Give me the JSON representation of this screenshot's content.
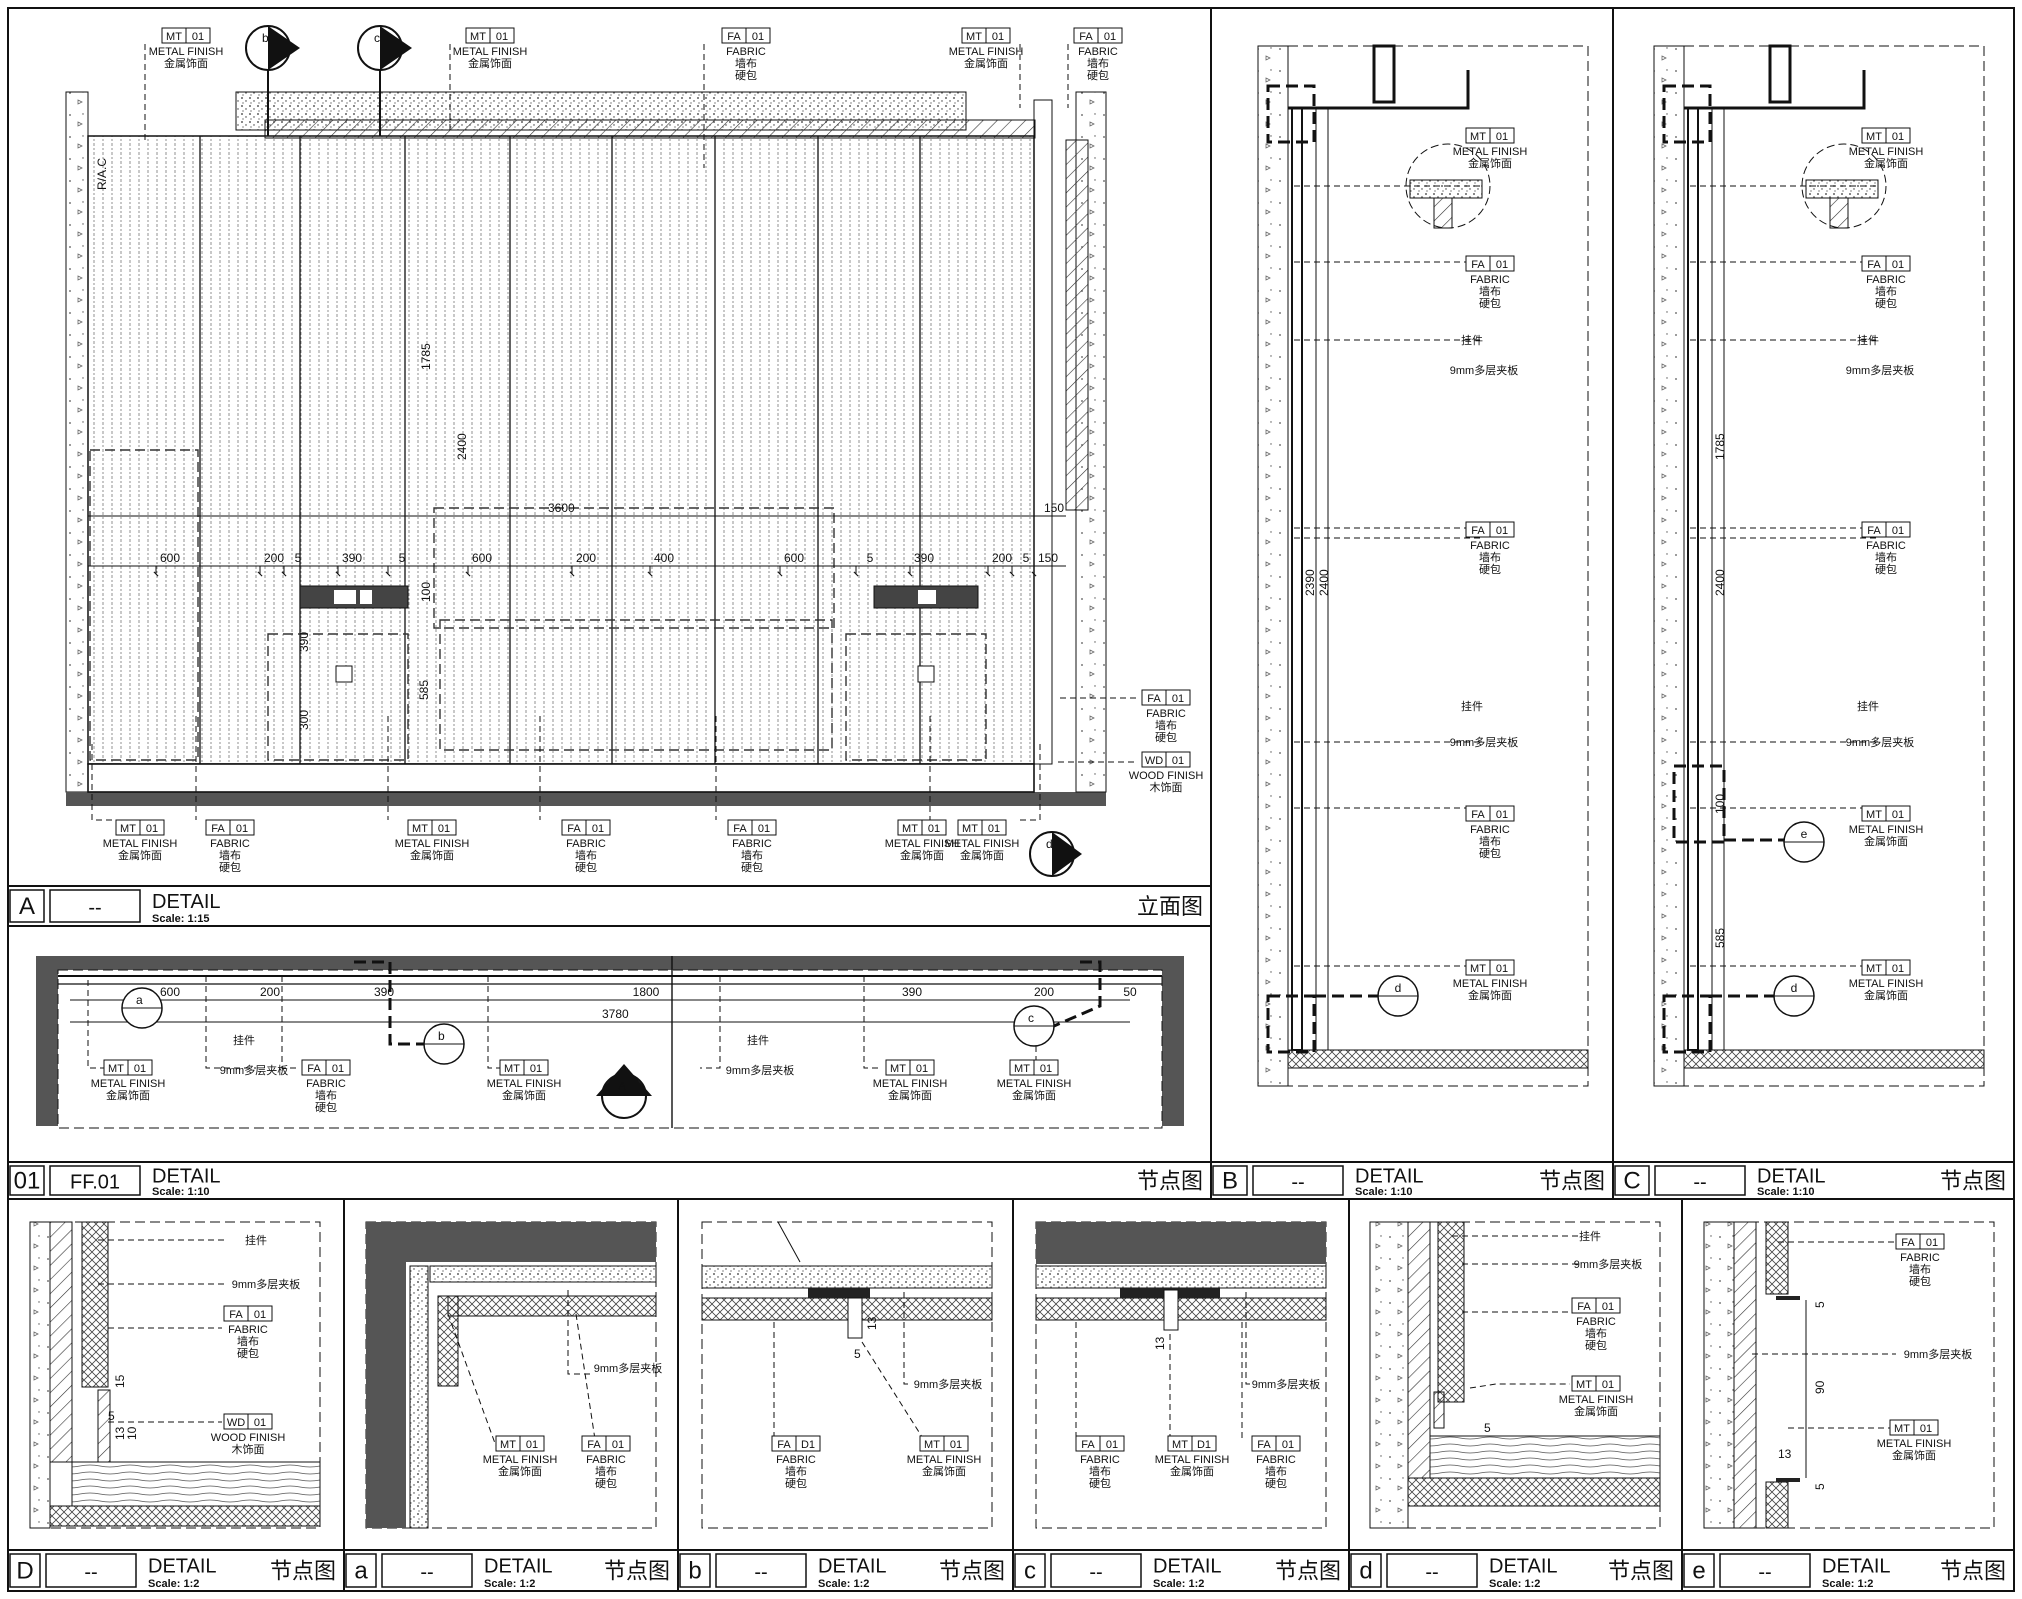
{
  "tags": {
    "mt": "MT",
    "fa": "FA",
    "wd": "WD",
    "code": "01",
    "d1": "D1",
    "metal_finish": "METAL FINISH",
    "metal_cn": "金属饰面",
    "fabric": "FABRIC",
    "fabric_cn1": "墙布",
    "fabric_cn2": "硬包",
    "wood_finish": "WOOD FINISH",
    "wood_cn": "木饰面",
    "connector": "挂件",
    "board": "9mm多层夹板"
  },
  "panels": {
    "A": {
      "id": "A",
      "code": "--",
      "title": "DETAIL",
      "scale_label": "Scale:",
      "scale": "1:15",
      "type": "立面图"
    },
    "F": {
      "id": "01",
      "code": "FF.01",
      "title": "DETAIL",
      "scale_label": "Scale:",
      "scale": "1:10",
      "type": "节点图"
    },
    "B": {
      "id": "B",
      "code": "--",
      "title": "DETAIL",
      "scale_label": "Scale:",
      "scale": "1:10",
      "type": "节点图"
    },
    "C": {
      "id": "C",
      "code": "--",
      "title": "DETAIL",
      "scale_label": "Scale:",
      "scale": "1:10",
      "type": "节点图"
    },
    "D": {
      "id": "D",
      "code": "--",
      "title": "DETAIL",
      "scale_label": "Scale:",
      "scale": "1:2",
      "type": "节点图"
    },
    "a": {
      "id": "a",
      "code": "--",
      "title": "DETAIL",
      "scale_label": "Scale:",
      "scale": "1:2",
      "type": "节点图"
    },
    "b": {
      "id": "b",
      "code": "--",
      "title": "DETAIL",
      "scale_label": "Scale:",
      "scale": "1:2",
      "type": "节点图"
    },
    "c": {
      "id": "c",
      "code": "--",
      "title": "DETAIL",
      "scale_label": "Scale:",
      "scale": "1:2",
      "type": "节点图"
    },
    "d": {
      "id": "d",
      "code": "--",
      "title": "DETAIL",
      "scale_label": "Scale:",
      "scale": "1:2",
      "type": "节点图"
    },
    "e": {
      "id": "e",
      "code": "--",
      "title": "DETAIL",
      "scale_label": "Scale:",
      "scale": "1:2",
      "type": "节点图"
    }
  },
  "callouts": {
    "b": "b",
    "c": "c",
    "d": "d",
    "e": "e",
    "a": "a",
    "A": "A"
  },
  "ra_label": "R/A.C",
  "elevation_dims": {
    "overall": "3600",
    "row": [
      "600",
      "200",
      "5",
      "390",
      "5",
      "600",
      "200",
      "400",
      "600",
      "5",
      "390",
      "200",
      "5",
      "150"
    ],
    "side_150": "150",
    "h1785": "1785",
    "h2400": "2400",
    "h100": "100",
    "h585": "585",
    "h390": "390",
    "h300": "300"
  },
  "plan_dims": {
    "row": [
      "600",
      "200",
      "390",
      "1800",
      "390",
      "200",
      "50"
    ],
    "overall": "3780"
  },
  "section_dims": {
    "B": {
      "h2390": "2390",
      "h2400": "2400"
    },
    "C": {
      "h1785": "1785",
      "h2400": "2400",
      "h100": "100",
      "h585": "585"
    }
  },
  "detail_dims": {
    "D": {
      "d15": "15",
      "d5": "5",
      "d13": "13",
      "d10": "10"
    },
    "b": {
      "d13": "13",
      "d5": "5"
    },
    "c": {
      "d13": "13"
    },
    "d": {
      "d5": "5"
    },
    "e": {
      "d5a": "5",
      "d90": "90",
      "d13": "13",
      "d5b": "5"
    }
  }
}
